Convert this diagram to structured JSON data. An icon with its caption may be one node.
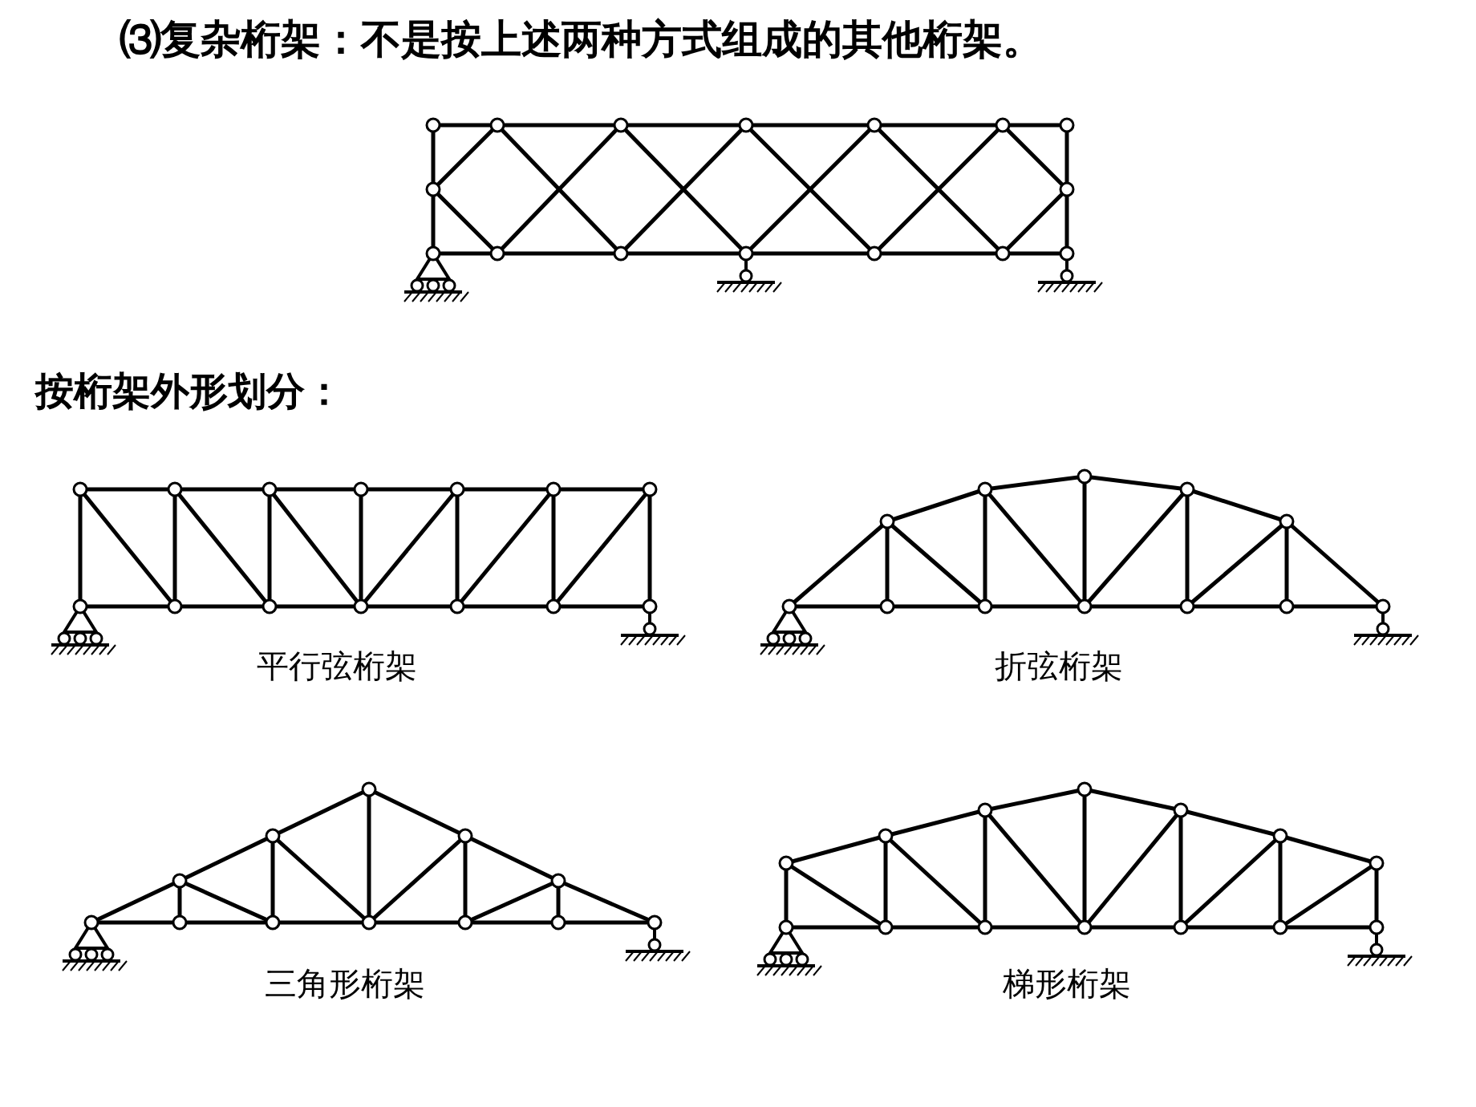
{
  "diagram": {
    "labels": [
      "⑶复杂桁架：不是按上述两种方式组成的其他桁架。",
      "按桁架外形划分：",
      "平行弦桁架",
      "折弦桁架",
      "三角形桁架",
      "梯形桁架"
    ]
  }
}
